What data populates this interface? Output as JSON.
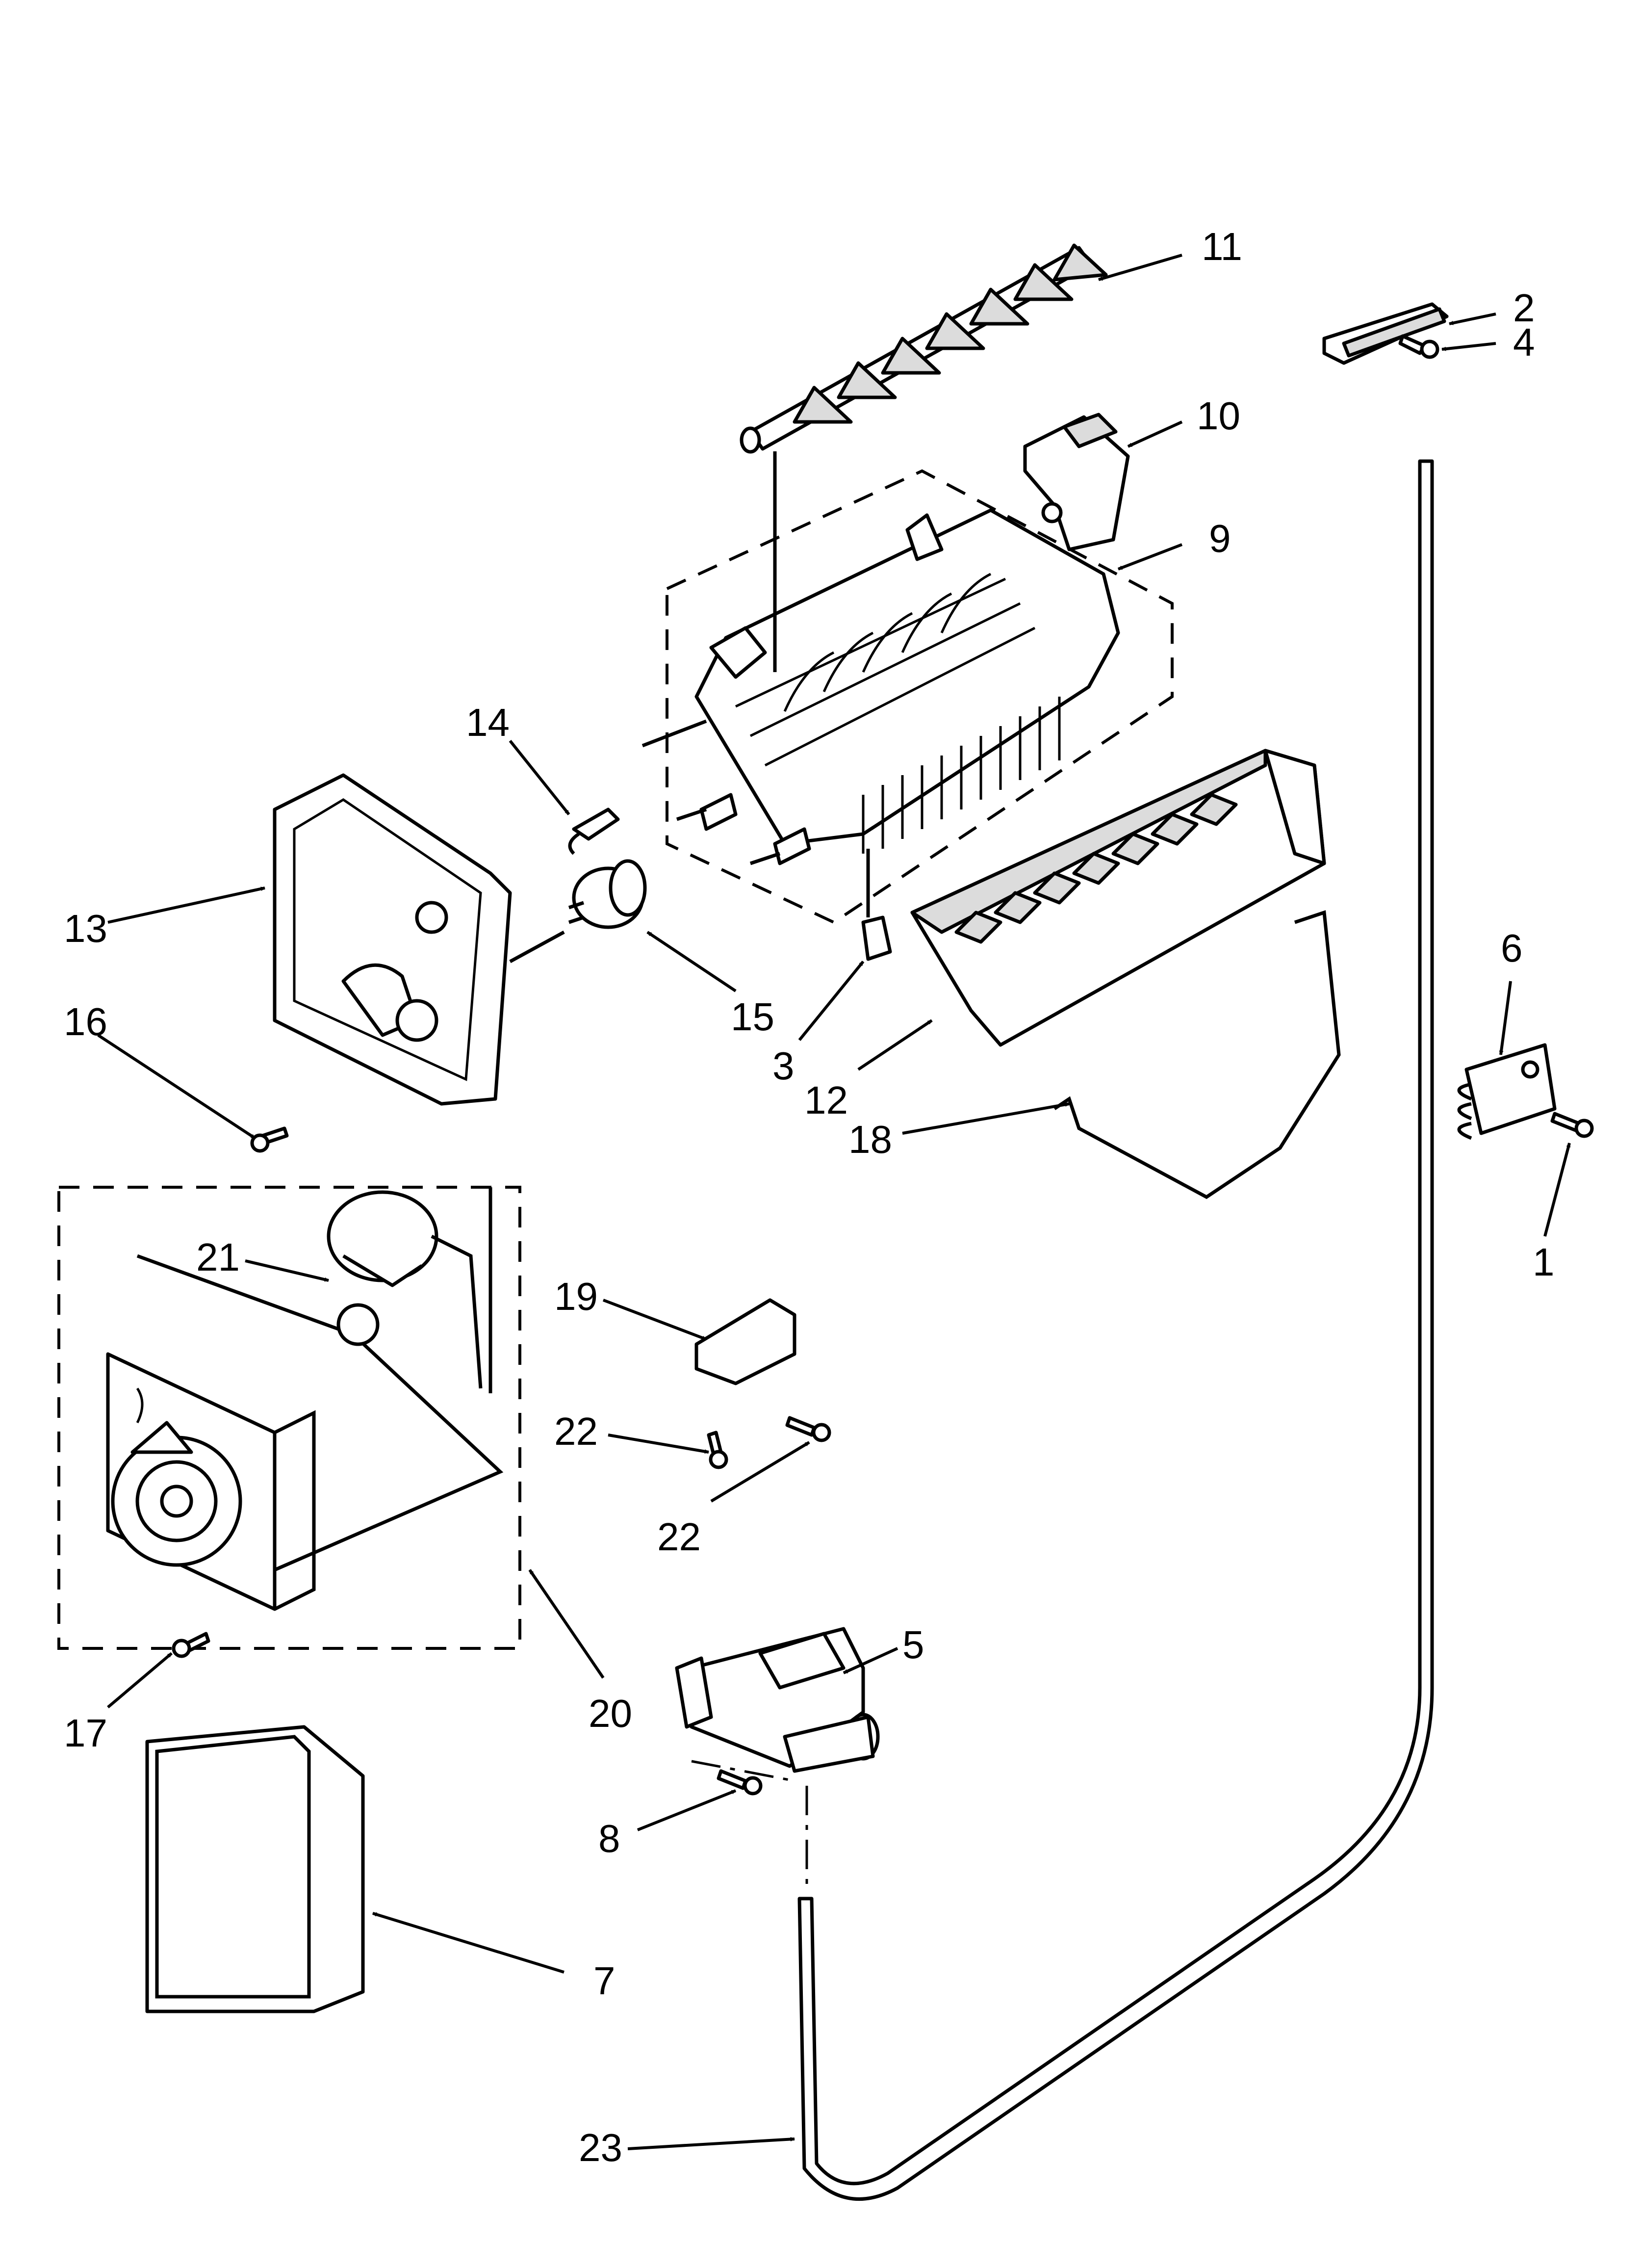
{
  "callouts": [
    {
      "id": "11",
      "text": "11"
    },
    {
      "id": "2",
      "text": "2"
    },
    {
      "id": "4",
      "text": "4"
    },
    {
      "id": "10",
      "text": "10"
    },
    {
      "id": "9",
      "text": "9"
    },
    {
      "id": "14",
      "text": "14"
    },
    {
      "id": "13",
      "text": "13"
    },
    {
      "id": "15",
      "text": "15"
    },
    {
      "id": "16",
      "text": "16"
    },
    {
      "id": "3",
      "text": "3"
    },
    {
      "id": "12",
      "text": "12"
    },
    {
      "id": "18",
      "text": "18"
    },
    {
      "id": "6",
      "text": "6"
    },
    {
      "id": "1",
      "text": "1"
    },
    {
      "id": "21",
      "text": "21"
    },
    {
      "id": "19",
      "text": "19"
    },
    {
      "id": "22a",
      "text": "22"
    },
    {
      "id": "22b",
      "text": "22"
    },
    {
      "id": "5",
      "text": "5"
    },
    {
      "id": "17",
      "text": "17"
    },
    {
      "id": "20",
      "text": "20"
    },
    {
      "id": "8",
      "text": "8"
    },
    {
      "id": "7",
      "text": "7"
    },
    {
      "id": "23",
      "text": "23"
    }
  ]
}
